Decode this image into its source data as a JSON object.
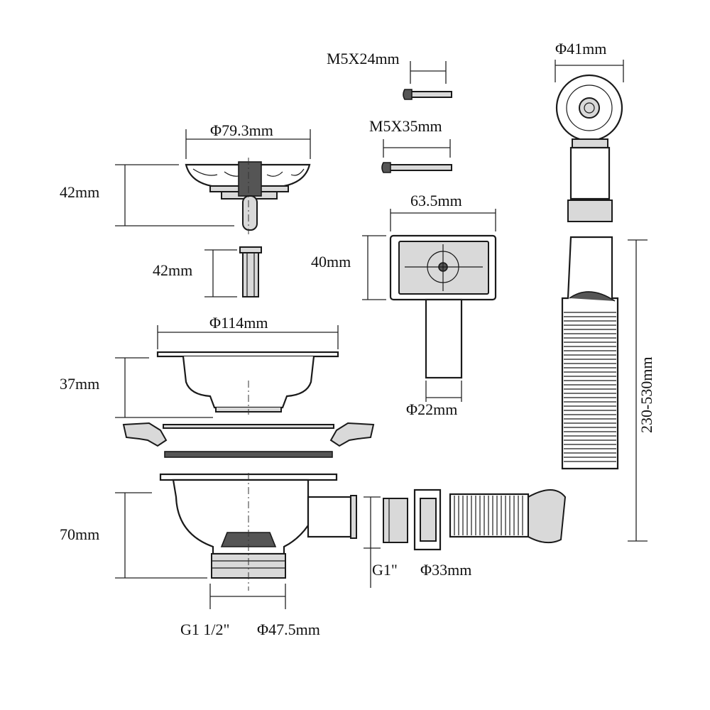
{
  "labels": {
    "bolt_short": "M5X24mm",
    "bolt_long": "M5X35mm",
    "cap_dia": "Φ41mm",
    "basket_dia": "Φ79.3mm",
    "basket_height": "42mm",
    "tube_height": "42mm",
    "overflow_width": "63.5mm",
    "overflow_height": "40mm",
    "overflow_pipe_dia": "Φ22mm",
    "hose_length": "230-530mm",
    "strainer_dia": "Φ114mm",
    "strainer_height": "37mm",
    "body_height": "70mm",
    "side_thread": "G1\"",
    "side_dia": "Φ33mm",
    "bottom_thread": "G1 1/2\"",
    "bottom_dia": "Φ47.5mm"
  }
}
